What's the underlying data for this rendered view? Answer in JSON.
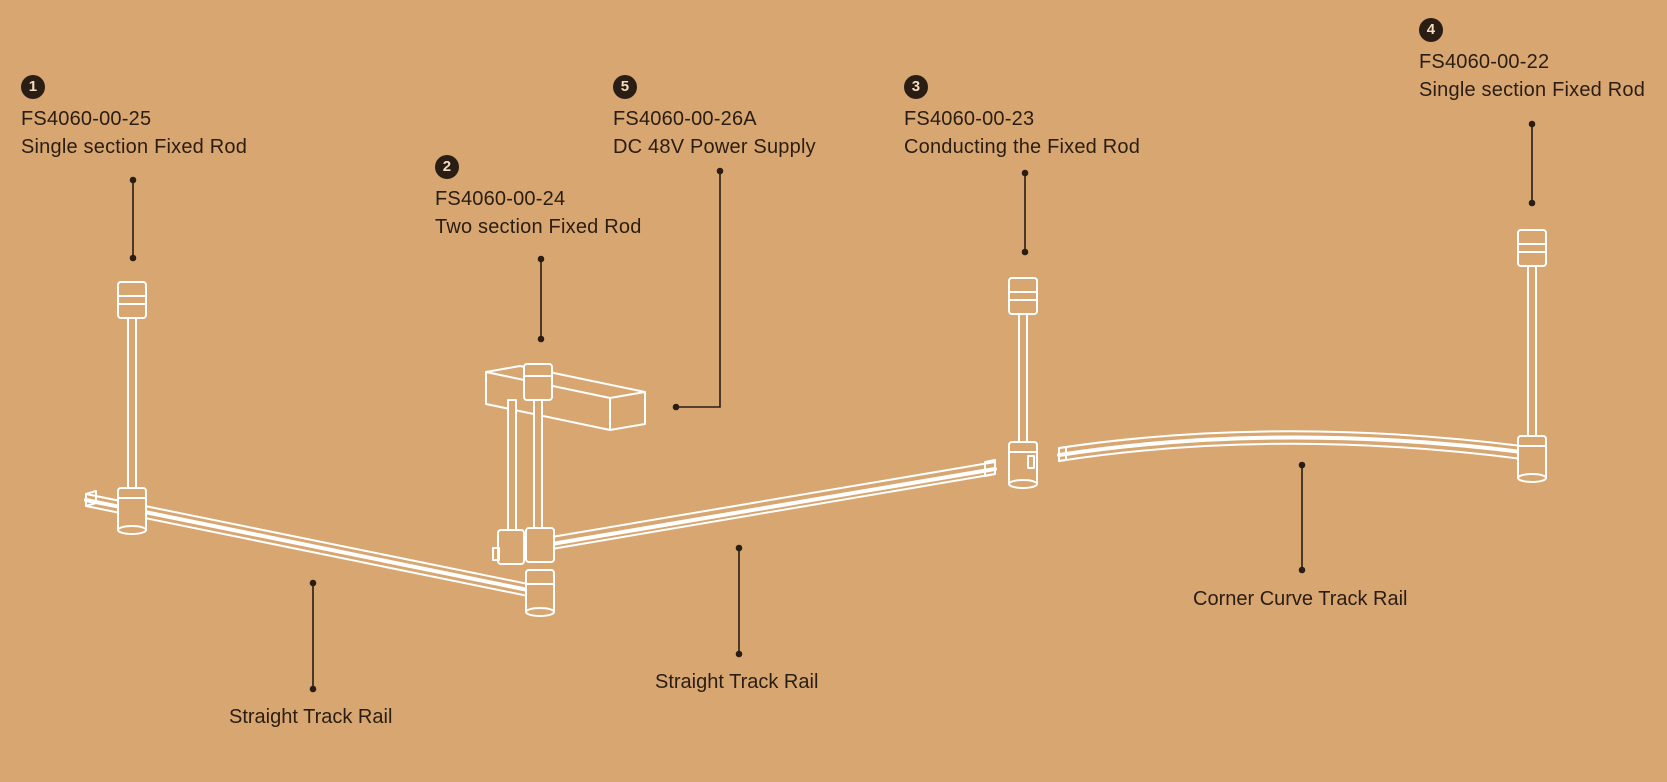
{
  "colors": {
    "background": "#d8a670",
    "ink": "#2a1d14",
    "line": "#ffffff"
  },
  "callouts": [
    {
      "number": "1",
      "code": "FS4060-00-25",
      "desc": "Single section Fixed Rod"
    },
    {
      "number": "2",
      "code": "FS4060-00-24",
      "desc": "Two section Fixed Rod"
    },
    {
      "number": "5",
      "code": "FS4060-00-26A",
      "desc": "DC 48V Power Supply"
    },
    {
      "number": "3",
      "code": "FS4060-00-23",
      "desc": "Conducting the Fixed Rod"
    },
    {
      "number": "4",
      "code": "FS4060-00-22",
      "desc": "Single section Fixed Rod"
    }
  ],
  "rails": {
    "left": "Straight Track Rail",
    "middle": "Straight Track Rail",
    "curve": "Corner Curve Track Rail"
  }
}
